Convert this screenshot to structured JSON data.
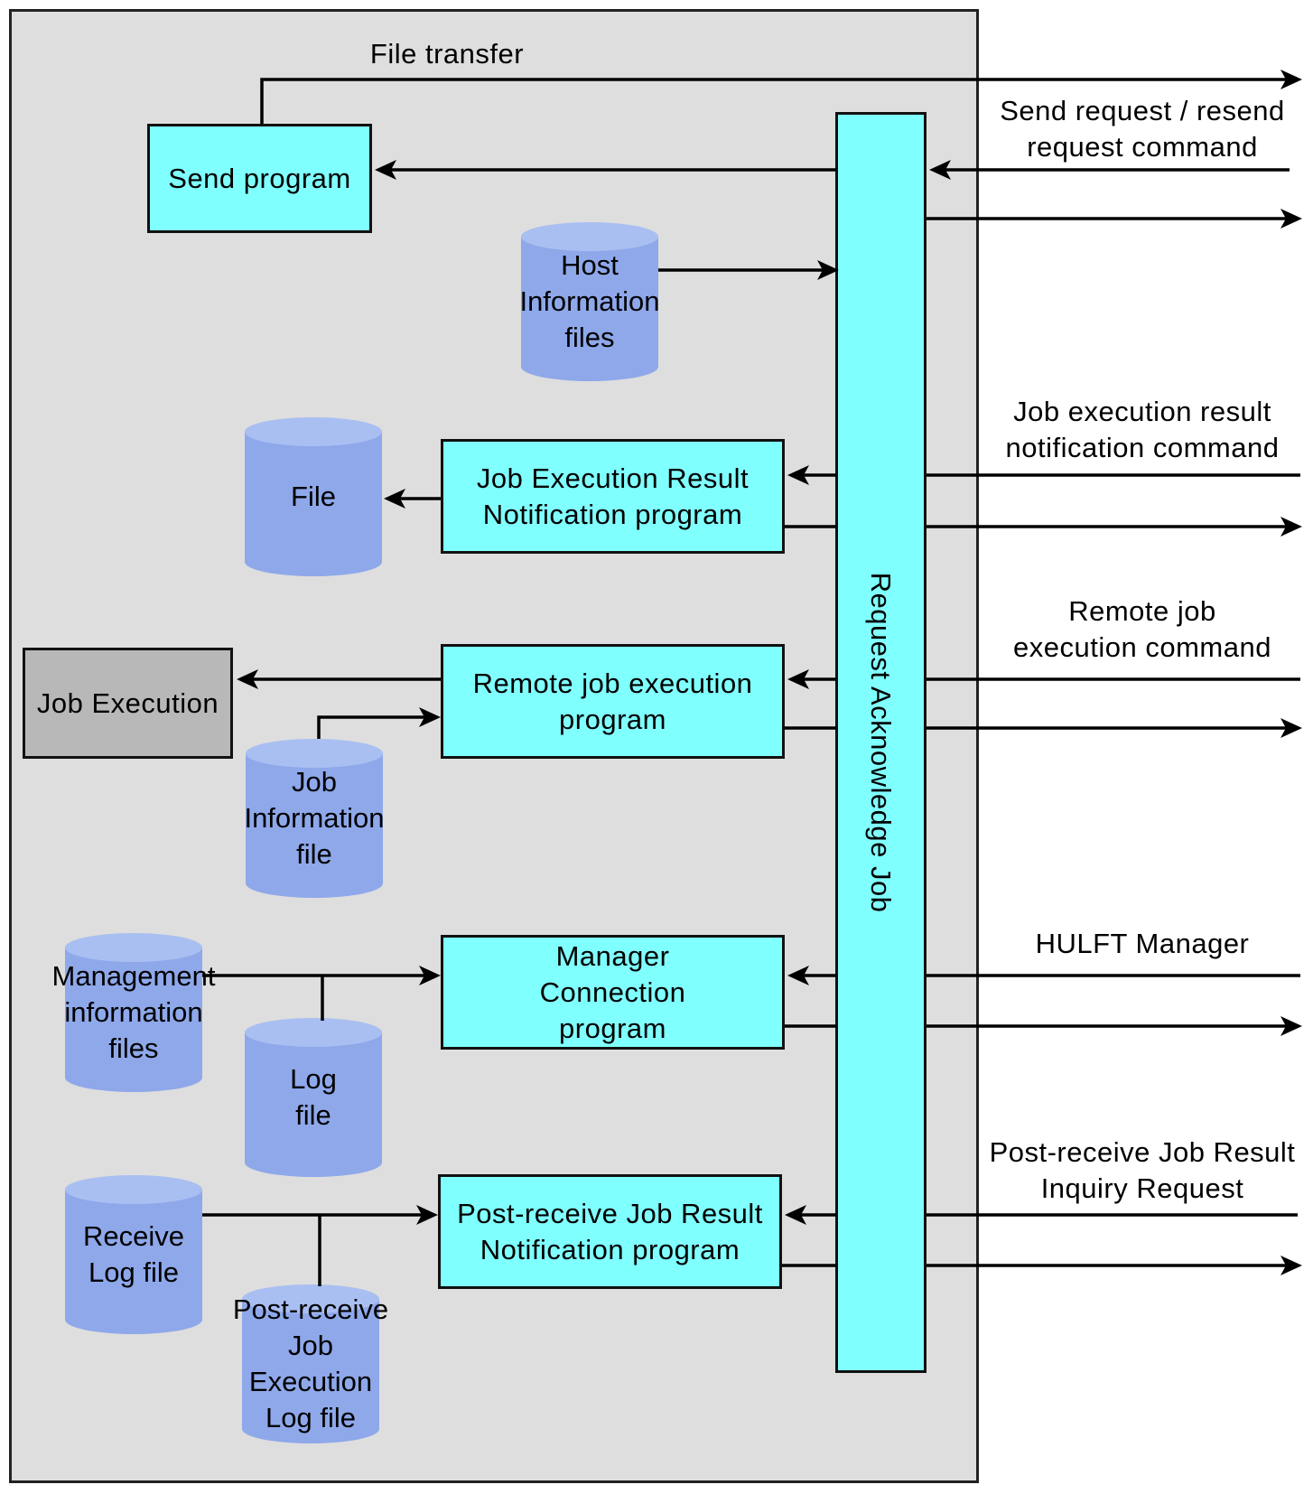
{
  "panel_title": "",
  "request_acknowledge_job": "Request Acknowledge Job",
  "programs": {
    "send": "Send program",
    "job_exec_result": "Job Execution Result\nNotification program",
    "remote_job": "Remote job execution\nprogram",
    "manager_conn": "Manager\nConnection\nprogram",
    "post_receive": "Post-receive Job Result\nNotification program",
    "job_execution": "Job Execution"
  },
  "files": {
    "host_info": "Host\nInformation\nfiles",
    "file": "File",
    "job_info": "Job\nInformation\nfile",
    "management": "Management\ninformation\nfiles",
    "log": "Log\nfile",
    "receive_log": "Receive\nLog file",
    "post_receive_log": "Post-receive\nJob\nExecution\nLog file"
  },
  "external_labels": {
    "file_transfer": "File transfer",
    "send_request": "Send request / resend\nrequest command",
    "job_result_cmd": "Job execution result\nnotification command",
    "remote_job_cmd": "Remote job\nexecution command",
    "hulft_manager": "HULFT Manager",
    "post_receive_inquiry": "Post-receive Job Result\nInquiry Request"
  },
  "colors": {
    "program_fill": "#80ffff",
    "job_execution_fill": "#b8b8b8",
    "cylinder_fill": "#8ea8ea",
    "cylinder_top": "#a9bff2",
    "panel_fill": "#dedede",
    "line": "#000000"
  }
}
